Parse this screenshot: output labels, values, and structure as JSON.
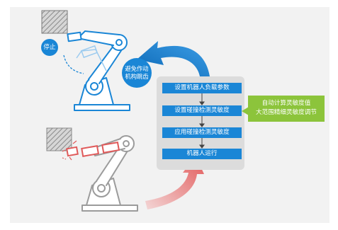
{
  "bubbles": {
    "stop": "停止",
    "avoid_line1": "避免作动",
    "avoid_line2": "机构跳齿"
  },
  "steps": [
    "设置机器人负载参数",
    "设置碰撞检测灵敏度",
    "应用碰撞检测灵敏度",
    "机器人运行"
  ],
  "note": {
    "line1": "自动计算灵敏度值",
    "line2": "大范围精细灵敏度调节"
  },
  "colors": {
    "step_fill": "#1a86d6",
    "note_fill": "#8cc43b",
    "panel_fill": "#dcdcdc",
    "blue_robot": "#1a86d6",
    "red_accent": "#e05a5a"
  }
}
